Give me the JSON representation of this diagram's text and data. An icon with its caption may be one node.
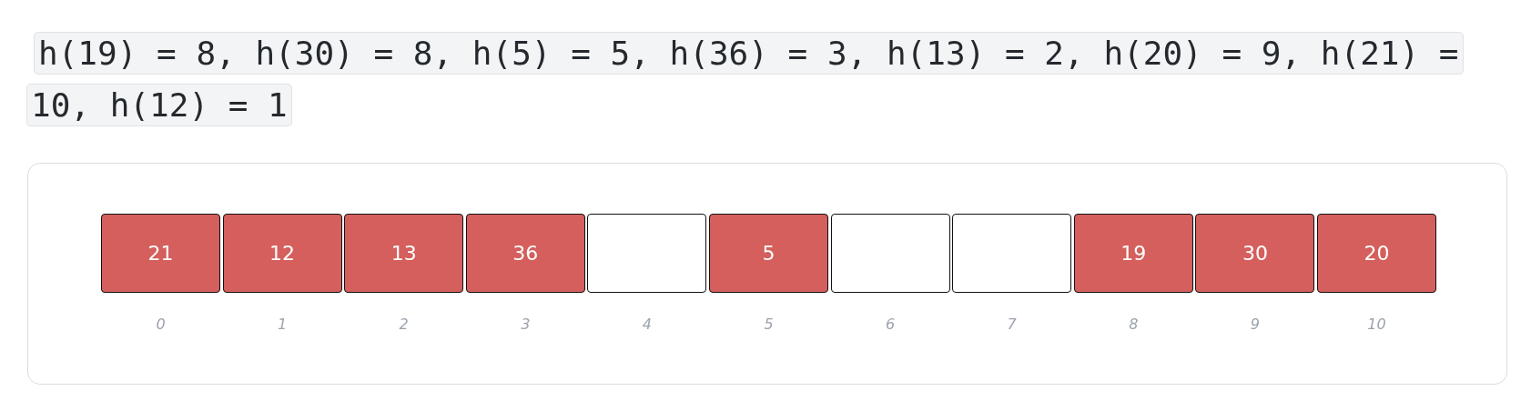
{
  "diagram": {
    "nodes": [
      {
        "text": [
          "21"
        ],
        "beside": [
          "0"
        ]
      },
      {
        "text": [
          "12"
        ],
        "beside": [
          "1"
        ]
      },
      {
        "text": [
          "13"
        ],
        "beside": [
          "2"
        ]
      },
      {
        "text": [
          "36"
        ],
        "beside": [
          "3"
        ]
      },
      {
        "text": [],
        "shape": "box",
        "beside": [
          "4"
        ]
      },
      {
        "text": [
          "5"
        ],
        "beside": [
          "5"
        ]
      },
      {
        "text": [],
        "shape": "box",
        "beside": [
          "6"
        ]
      },
      {
        "text": [],
        "shape": "box",
        "beside": [
          "7"
        ]
      },
      {
        "text": [
          "19"
        ],
        "beside": [
          "8"
        ]
      },
      {
        "text": [
          "30"
        ],
        "beside": [
          "9"
        ]
      },
      {
        "text": [
          "20"
        ],
        "beside": [
          "10"
        ]
      }
    ],
    "labels": [
      "h(19) = 8, h(30) = 8, h(5) = 5, h(36) = 3, h(13) = 2, h(20) = 9, h(21) = 10, h(12) = 1"
    ]
  }
}
